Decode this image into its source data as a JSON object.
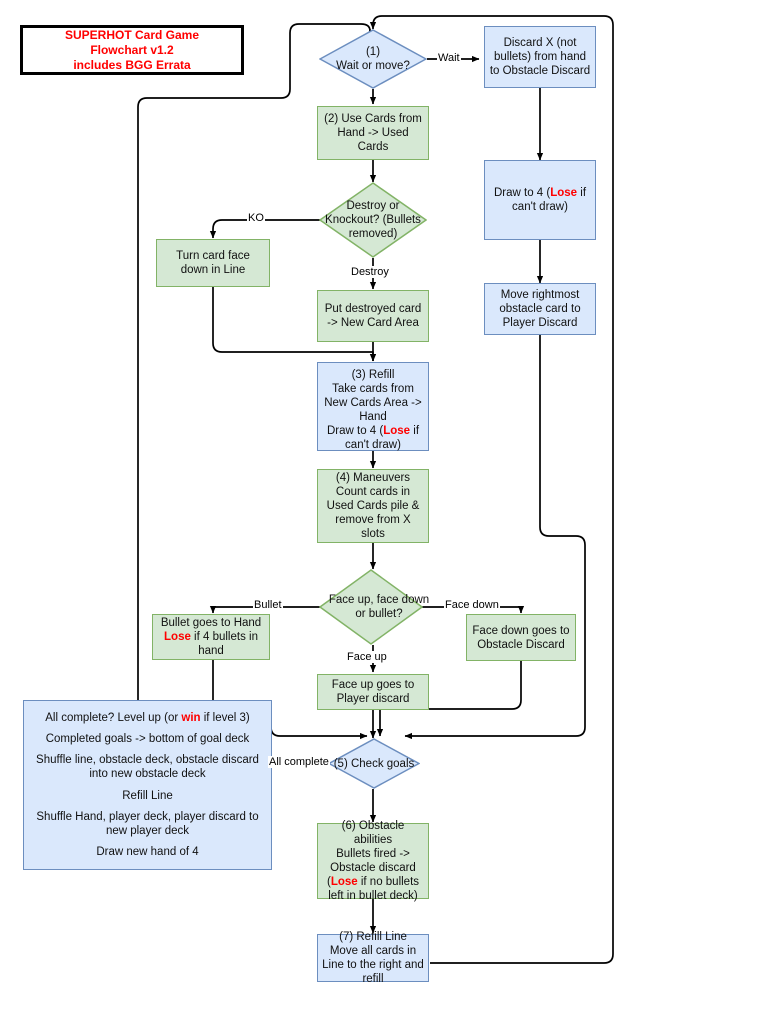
{
  "diagram": {
    "title_card": {
      "line1": "SUPERHOT Card Game",
      "line2": "Flowchart v1.2",
      "line3": "includes BGG Errata"
    },
    "nodes": {
      "n1_wait_or_move": "(1)\nWait or move?",
      "n_discard_x": "Discard X (not bullets) from hand to Obstacle Discard",
      "n_draw_to_4_pre": "Draw to 4 (",
      "n_draw_to_4_lose": "Lose",
      "n_draw_to_4_post": " if can't draw)",
      "n_move_rightmost": "Move rightmost obstacle card to Player Discard",
      "n2_use_cards": "(2) Use Cards from Hand -> Used Cards",
      "n_destroy_or_ko": "Destroy or Knockout? (Bullets removed)",
      "n_turn_face_down": "Turn card face down in Line",
      "n_put_destroyed": "Put destroyed card -> New Card Area",
      "n3_refill_l1": "(3) Refill",
      "n3_refill_l2": "Take cards from New Cards Area -> Hand",
      "n3_refill_l3_pre": "Draw to 4 (",
      "n3_refill_l3_lose": "Lose",
      "n3_refill_l3_post": " if can't draw)",
      "n4_maneuvers": "(4) Maneuvers Count cards in Used Cards pile & remove from X slots",
      "n_faceup_facedown_bullet": "Face up, face down or bullet?",
      "n_bullet_goes_l1": "Bullet goes to Hand",
      "n_bullet_goes_lose": "Lose",
      "n_bullet_goes_l2": " if 4 bullets in hand",
      "n_facedown_goes": "Face down goes to Obstacle Discard",
      "n_faceup_goes": "Face up goes to Player discard",
      "n5_check_goals": "(5) Check goals",
      "n6_obstacle_l1": "(6) Obstacle abilities",
      "n6_obstacle_l2": "Bullets fired ->",
      "n6_obstacle_l3": "Obstacle discard",
      "n6_obstacle_l4_pre": "(",
      "n6_obstacle_l4_lose": "Lose",
      "n6_obstacle_l4_post": " if no bullets left in bullet deck)",
      "n7_refill_l1": "(7) Refill Line",
      "n7_refill_l2": "Move all cards in Line to the right and refill",
      "n_levelup_line1_pre": "All complete? Level up (or ",
      "n_levelup_line1_win": "win",
      "n_levelup_line1_post": " if level 3)",
      "n_levelup_line2": "Completed goals -> bottom of goal deck",
      "n_levelup_line3": "Shuffle line, obstacle deck, obstacle discard into new obstacle deck",
      "n_levelup_line4": "Refill Line",
      "n_levelup_line5": "Shuffle Hand, player deck, player discard to new player deck",
      "n_levelup_line6": "Draw new hand of 4"
    },
    "edge_labels": {
      "wait": "Wait",
      "ko": "KO",
      "destroy": "Destroy",
      "bullet": "Bullet",
      "face_down": "Face down",
      "face_up": "Face up",
      "all_complete": "All complete"
    },
    "colors": {
      "blue_fill": "#dae8fc",
      "blue_stroke": "#6c8ebf",
      "green_fill": "#d5e8d4",
      "green_stroke": "#82b366",
      "line": "#000000",
      "accent_red": "#ff0000",
      "text": "#111111",
      "background": "#ffffff"
    }
  }
}
